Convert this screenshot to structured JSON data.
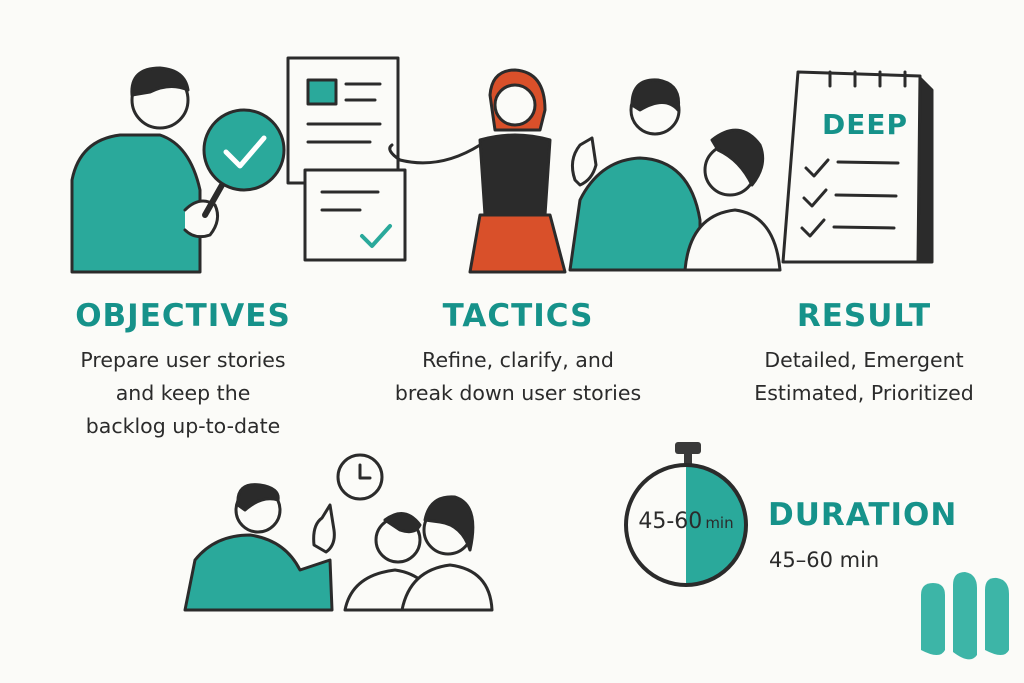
{
  "colors": {
    "teal": "#2aa99b",
    "teal_dark": "#16928a",
    "ink": "#2b2b2b",
    "orange": "#d9502a",
    "background": "#fbfbf8"
  },
  "notepad": {
    "label": "DEEP"
  },
  "sections": [
    {
      "title": "OBJECTIVES",
      "lines": [
        "Prepare user stories",
        "and keep the",
        "backlog up-to-date"
      ]
    },
    {
      "title": "TACTICS",
      "lines": [
        "Refine, clarify, and",
        "break down user stories"
      ]
    },
    {
      "title": "RESULT",
      "lines": [
        "Detailed, Emergent",
        "Estimated, Prioritized"
      ]
    }
  ],
  "stopwatch": {
    "label": "45-60",
    "unit": "min",
    "fill_fraction": 0.5
  },
  "duration": {
    "title": "DURATION",
    "value": "45–60 min"
  },
  "icons": [
    "magnifier-check-icon",
    "document-icon",
    "checklist-icon",
    "notepad-icon",
    "clock-icon",
    "stopwatch-icon",
    "logo-icon"
  ]
}
